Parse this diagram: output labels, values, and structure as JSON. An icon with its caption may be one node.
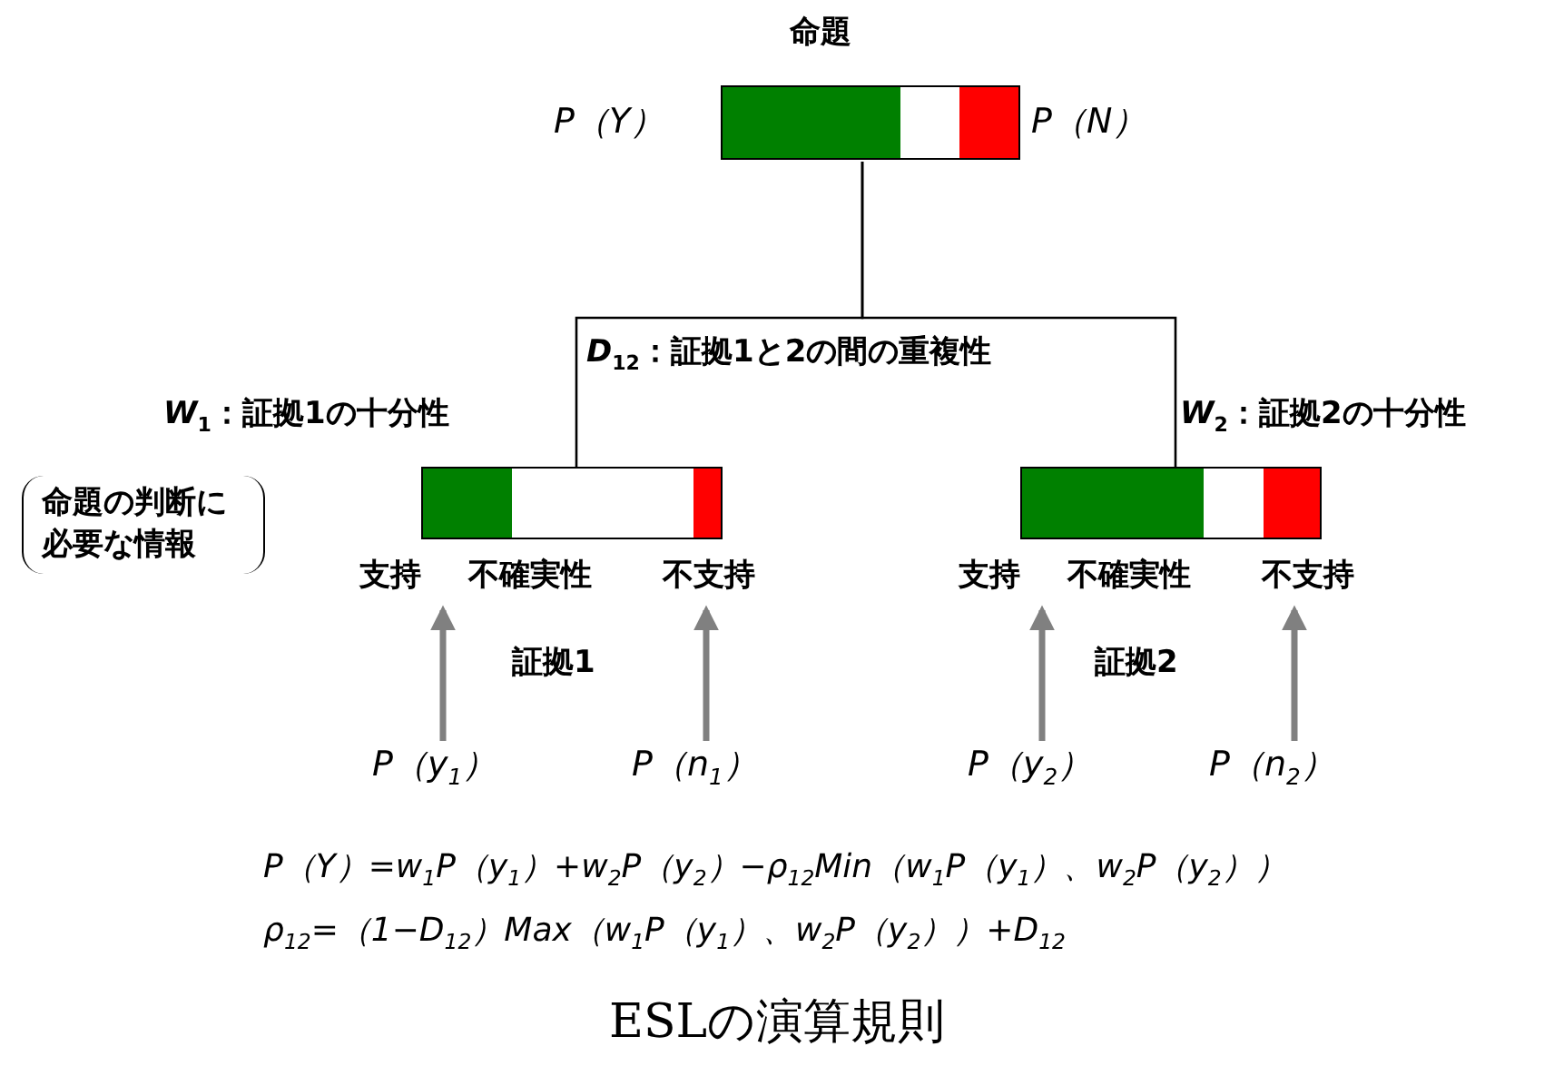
{
  "diagram": {
    "caption": "ESLの演算規則",
    "nodes": [
      {
        "text": [
          "命題"
        ],
        "beside": [
          "P（Y）",
          "P（N）"
        ]
      },
      {
        "text": [],
        "shape": "bar",
        "beside": [
          "支持",
          "不確実性",
          "不支持"
        ]
      },
      {
        "text": [],
        "shape": "bar",
        "beside": [
          "支持",
          "不確実性",
          "不支持"
        ]
      },
      {
        "text": [
          "P（y$_{1}$）"
        ]
      },
      {
        "text": [
          "P（n$_{1}$）"
        ]
      },
      {
        "text": [
          "P（y$_{2}$）"
        ]
      },
      {
        "text": [
          "P（n$_{2}$）"
        ]
      }
    ],
    "edges": [
      {
        "from": 0,
        "to": 1,
        "arrow": "none",
        "label": "*W*$_{1}$：証拠1の十分性",
        "color": "#000000"
      },
      {
        "from": 0,
        "to": 2,
        "arrow": "none",
        "label": "*W*$_{2}$：証拠2の十分性",
        "color": "#000000"
      },
      {
        "from": 3,
        "to": 1,
        "arrow": "to"
      },
      {
        "from": 4,
        "to": 1,
        "arrow": "to"
      },
      {
        "from": 5,
        "to": 2,
        "arrow": "to"
      },
      {
        "from": 6,
        "to": 2,
        "arrow": "to"
      }
    ],
    "labels": [
      "*D*$_{12}$：証拠1と2の間の重複性",
      "命題の判断に必要な情報",
      "証拠1",
      "証拠2",
      "P（Y）=w$_{1}$P（y$_{1}$）+w$_{2}$P（y$_{2}$）−ρ$_{12}$Min（w$_{1}$P（y$_{1}$）、w$_{2}$P（y$_{2}$））",
      "ρ$_{12}$=（1−D$_{12}$）Max（w$_{1}$P（y$_{1}$）、w$_{2}$P（y$_{2}$））+D$_{12}$"
    ]
  }
}
